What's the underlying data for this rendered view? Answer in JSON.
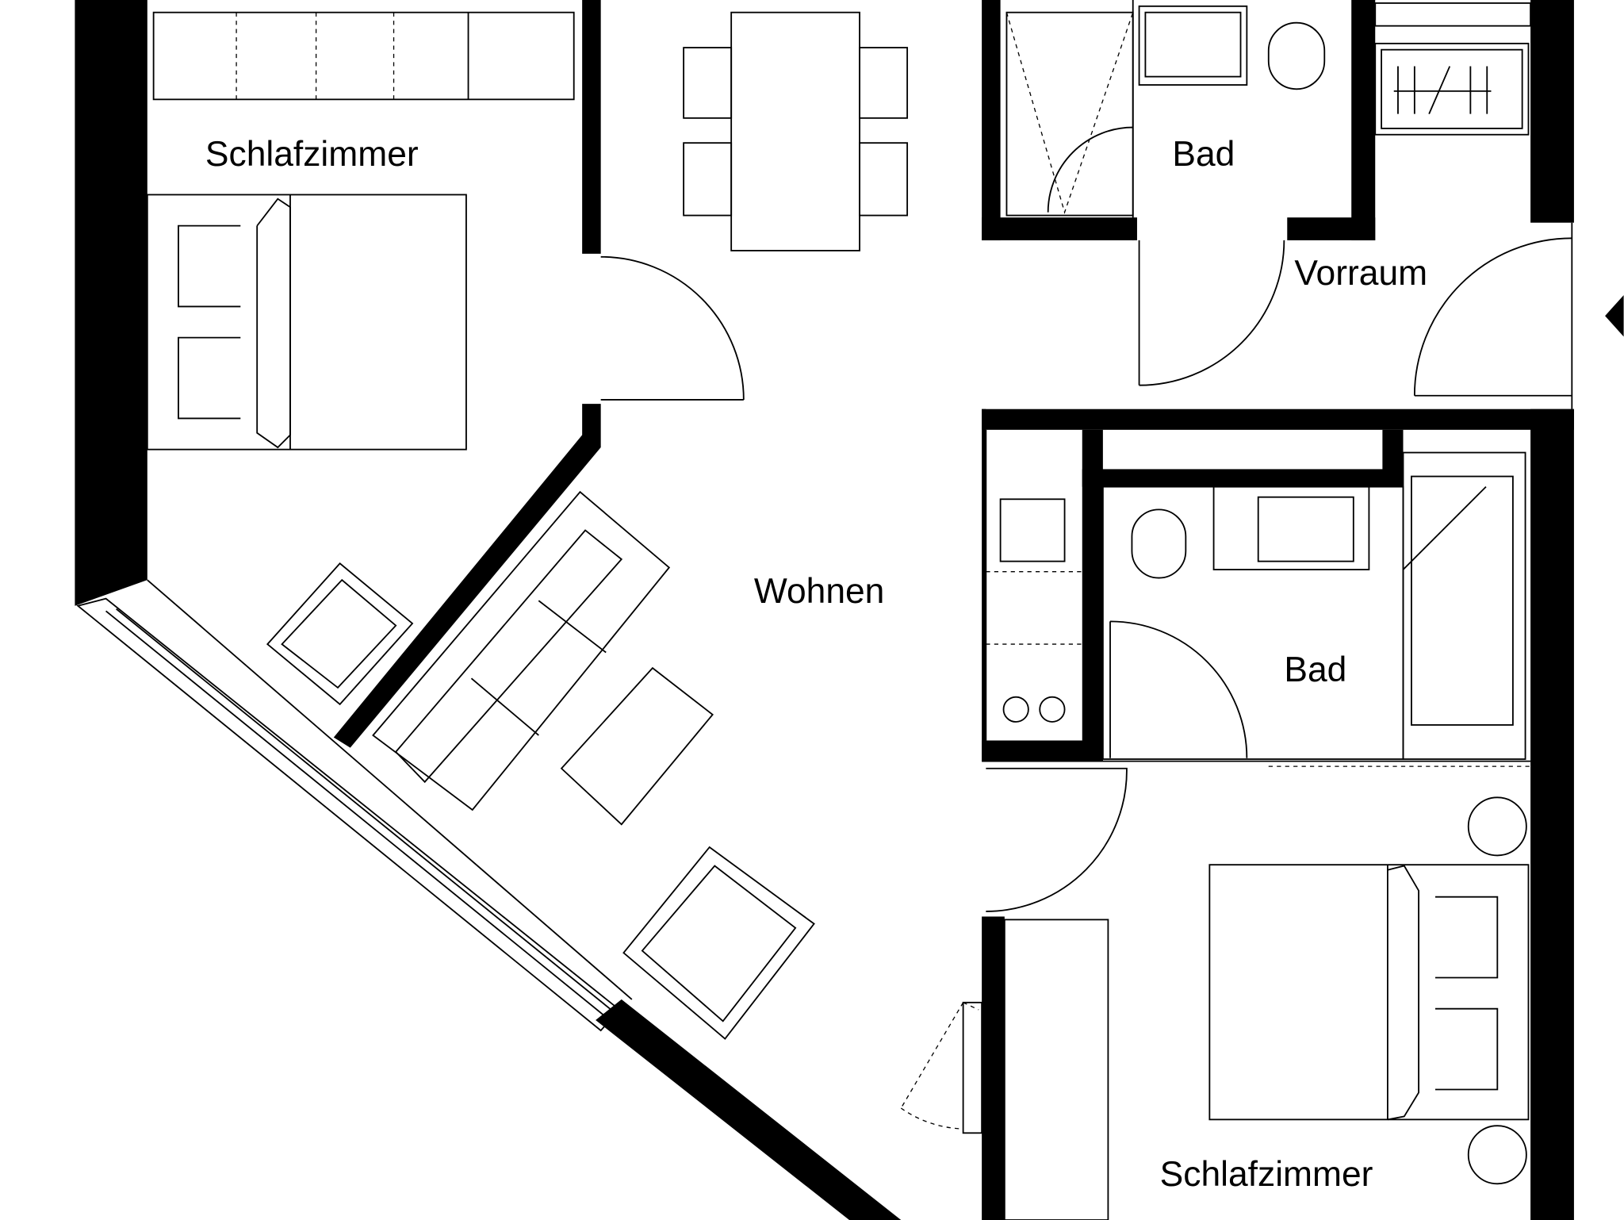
{
  "plan": {
    "rooms": [
      {
        "id": "schlafzimmer-1",
        "label": "Schlafzimmer"
      },
      {
        "id": "bad-1",
        "label": "Bad"
      },
      {
        "id": "vorraum",
        "label": "Vorraum"
      },
      {
        "id": "wohnen",
        "label": "Wohnen"
      },
      {
        "id": "bad-2",
        "label": "Bad"
      },
      {
        "id": "schlafzimmer-2",
        "label": "Schlafzimmer"
      }
    ],
    "colors": {
      "wall": "#000000",
      "background": "#ffffff"
    }
  }
}
